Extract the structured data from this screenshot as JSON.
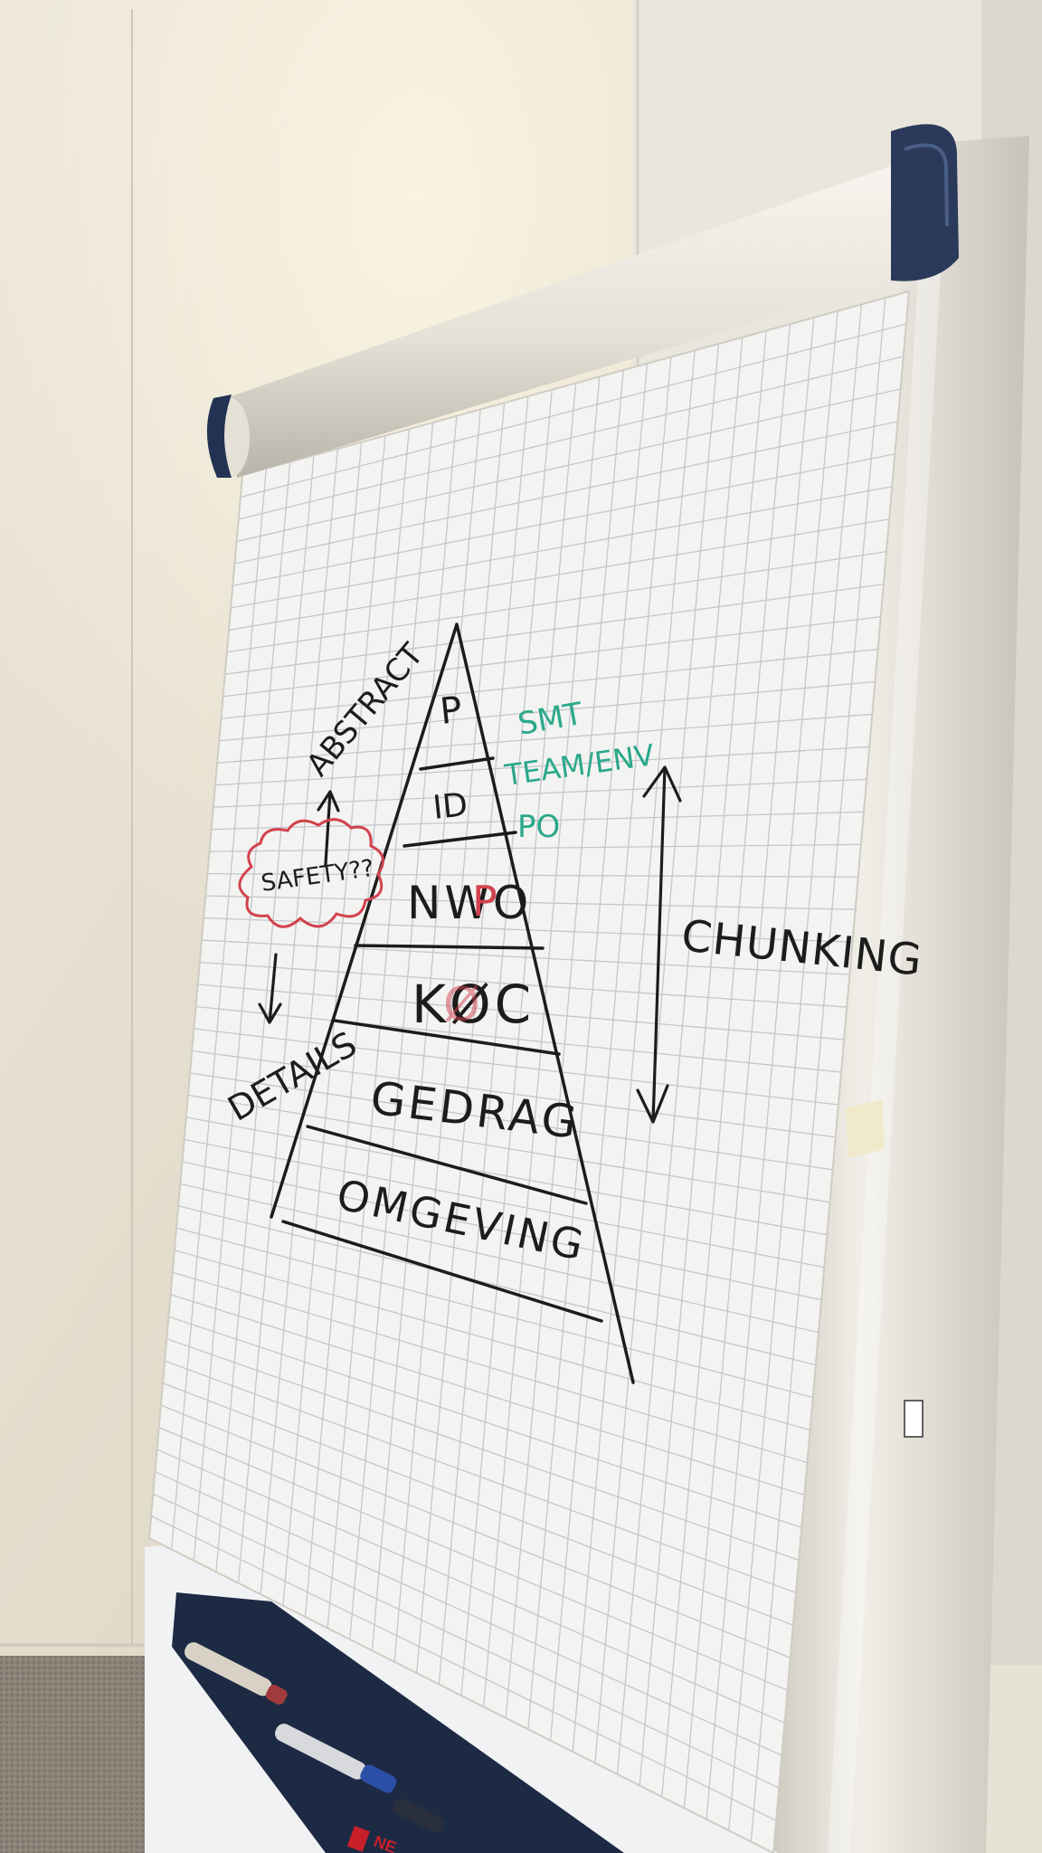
{
  "flipchart": {
    "pyramid_levels": [
      "P",
      "ID",
      "NWO",
      "KØC",
      "GEDRAG",
      "OMGEVING"
    ],
    "pyramid_level_overlays": {
      "nwo": "P",
      "koc": "Ø"
    },
    "abstract_label": "ABSTRACT",
    "details_label": "DETAILS",
    "safety_label": "SAFETY??",
    "chunking_label": "CHUNKING",
    "green_notes": [
      "SMT",
      "TEAM/ENV",
      "PO"
    ]
  },
  "colors": {
    "marker_black": "#1c1c1c",
    "marker_red": "#d2424e",
    "marker_green": "#2aa88a",
    "paper": "#f3f3f1",
    "grid": "#b9bcc4",
    "easel_frame": "#e6e2da",
    "roll_cap": "#2b3a5a",
    "wall": "#e7e2d6",
    "carpet": "#8a8479"
  },
  "stand_brand": "NE"
}
